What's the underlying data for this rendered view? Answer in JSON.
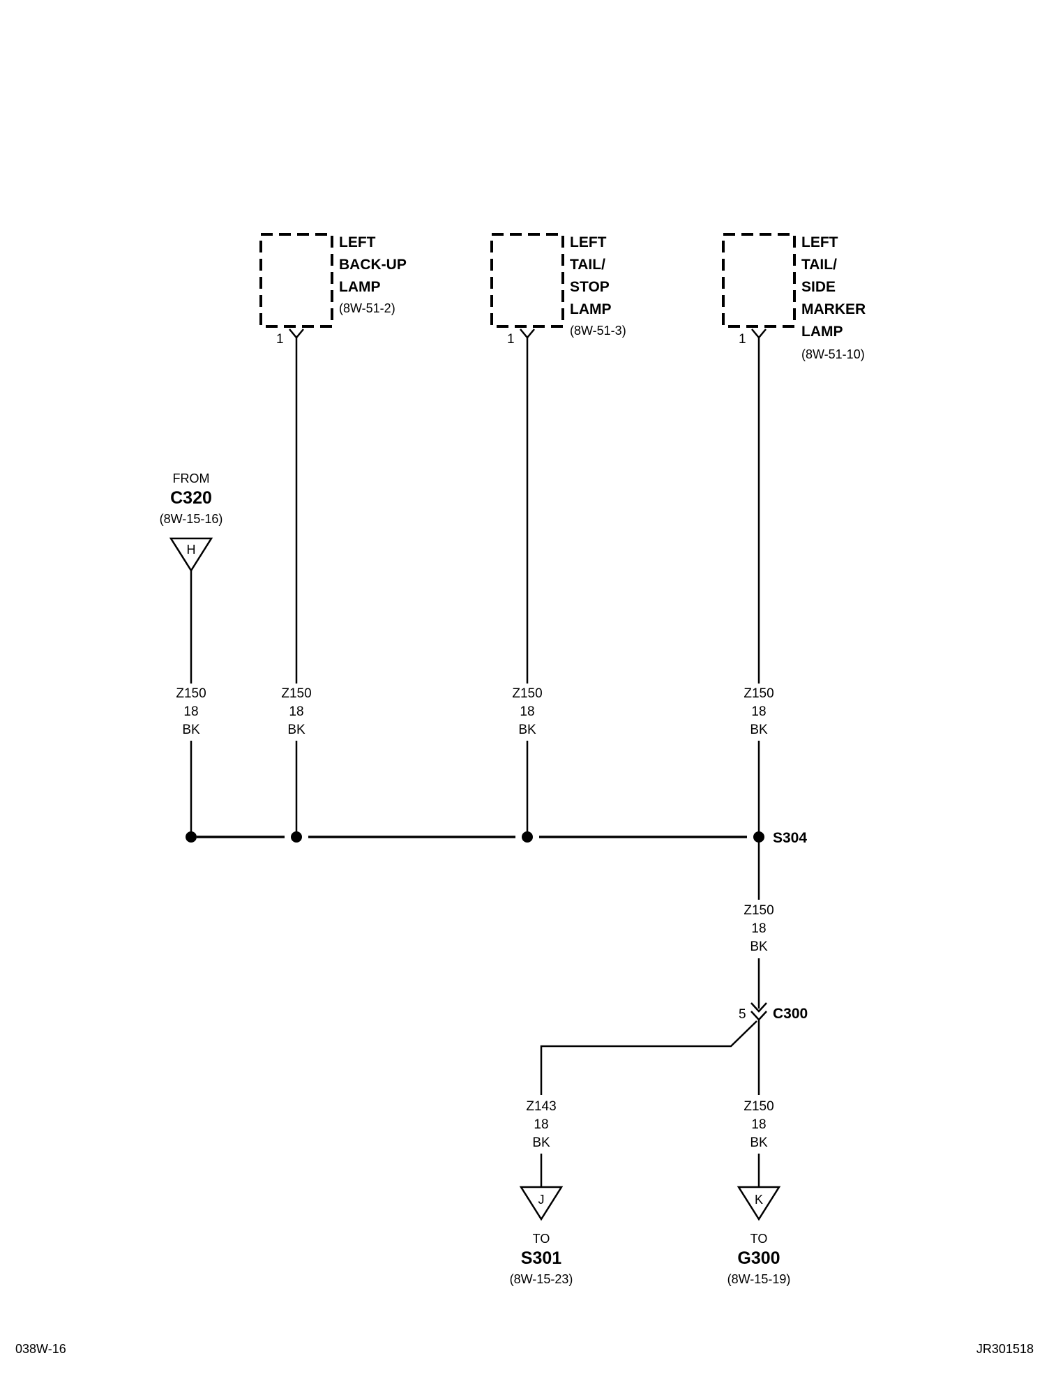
{
  "components": [
    {
      "id": "backup",
      "lines": [
        "LEFT",
        "BACK-UP",
        "LAMP"
      ],
      "ref": "(8W-51-2)",
      "pin": "1"
    },
    {
      "id": "tailstop",
      "lines": [
        "LEFT",
        "TAIL/",
        "STOP",
        "LAMP"
      ],
      "ref": "(8W-51-3)",
      "pin": "1"
    },
    {
      "id": "sidemarker",
      "lines": [
        "LEFT",
        "TAIL/",
        "SIDE",
        "MARKER",
        "LAMP"
      ],
      "ref": "(8W-51-10)",
      "pin": "1"
    }
  ],
  "from_connector": {
    "prefix": "FROM",
    "name": "C320",
    "ref": "(8W-15-16)",
    "letter": "H"
  },
  "wires": {
    "from_c320": {
      "circuit": "Z150",
      "gauge": "18",
      "color": "BK"
    },
    "backup": {
      "circuit": "Z150",
      "gauge": "18",
      "color": "BK"
    },
    "tailstop": {
      "circuit": "Z150",
      "gauge": "18",
      "color": "BK"
    },
    "sidemarker": {
      "circuit": "Z150",
      "gauge": "18",
      "color": "BK"
    },
    "s304_c300": {
      "circuit": "Z150",
      "gauge": "18",
      "color": "BK"
    },
    "to_s301": {
      "circuit": "Z143",
      "gauge": "18",
      "color": "BK"
    },
    "to_g300": {
      "circuit": "Z150",
      "gauge": "18",
      "color": "BK"
    }
  },
  "splice": {
    "name": "S304"
  },
  "connector": {
    "name": "C300",
    "pin": "5"
  },
  "to_connectors": [
    {
      "id": "s301",
      "prefix": "TO",
      "name": "S301",
      "ref": "(8W-15-23)",
      "letter": "J"
    },
    {
      "id": "g300",
      "prefix": "TO",
      "name": "G300",
      "ref": "(8W-15-19)",
      "letter": "K"
    }
  ],
  "footer": {
    "left": "038W-16",
    "right": "JR301518"
  }
}
